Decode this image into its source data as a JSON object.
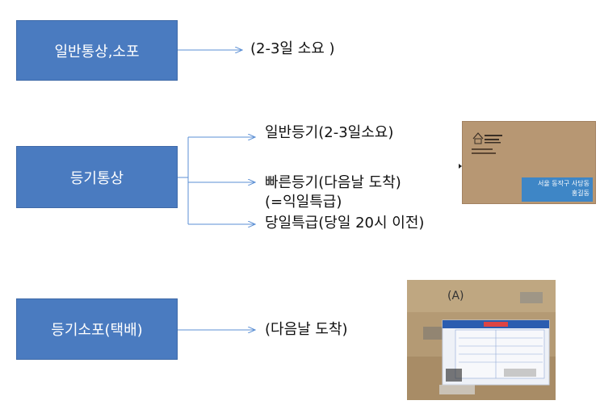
{
  "boxes": {
    "regular": "일반통상,소포",
    "registered": "등기통상",
    "registered_parcel": "등기소포(택배)"
  },
  "labels": {
    "regular_time": "(2-3일 소요 )",
    "general_registered": "일반등기(2-3일소요)",
    "fast_registered": "빠른등기(다음날 도착)",
    "next_day_special": "(=익일특급)",
    "same_day_special": "당일특급(당일 20시 이전)",
    "parcel_time": "(다음날 도착)"
  },
  "envelope": {
    "address_line1": "서울 동작구 사당동",
    "address_line2": "홍길동"
  },
  "parcel_box": {
    "marking": "(A)"
  },
  "colors": {
    "box_fill": "#4a7bc0",
    "arrow": "#5b8fd4"
  }
}
